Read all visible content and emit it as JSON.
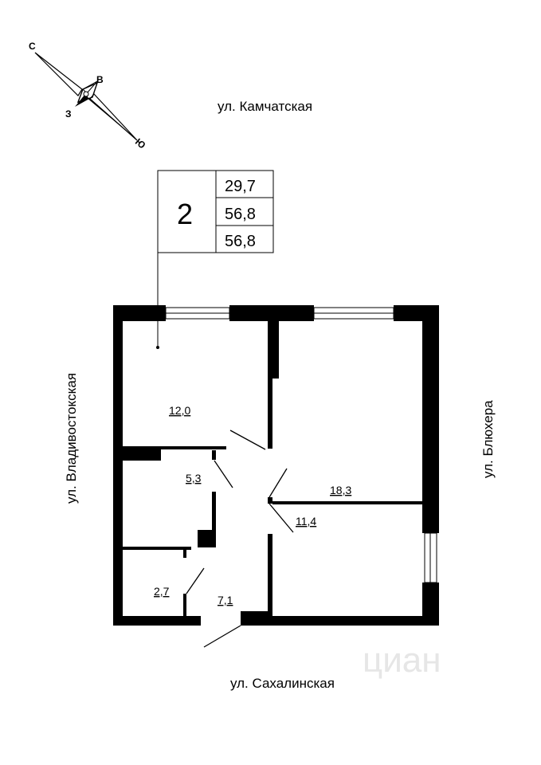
{
  "streets": {
    "north": "ул. Камчатская",
    "west": "ул. Владивостокская",
    "east": "ул. Блюхера",
    "south": "ул. Сахалинская"
  },
  "compass": {
    "n": "С",
    "e": "В",
    "s": "Ю",
    "w": "З"
  },
  "info_table": {
    "rooms": "2",
    "values": [
      "29,7",
      "56,8",
      "56,8"
    ]
  },
  "rooms": {
    "r1": "12,0",
    "r2": "5,3",
    "r3": "18,3",
    "r4": "11,4",
    "r5": "2,7",
    "r6": "7,1"
  },
  "watermark": "циан",
  "colors": {
    "wall": "#000000",
    "line": "#000000",
    "watermark": "#e6e6e6"
  }
}
